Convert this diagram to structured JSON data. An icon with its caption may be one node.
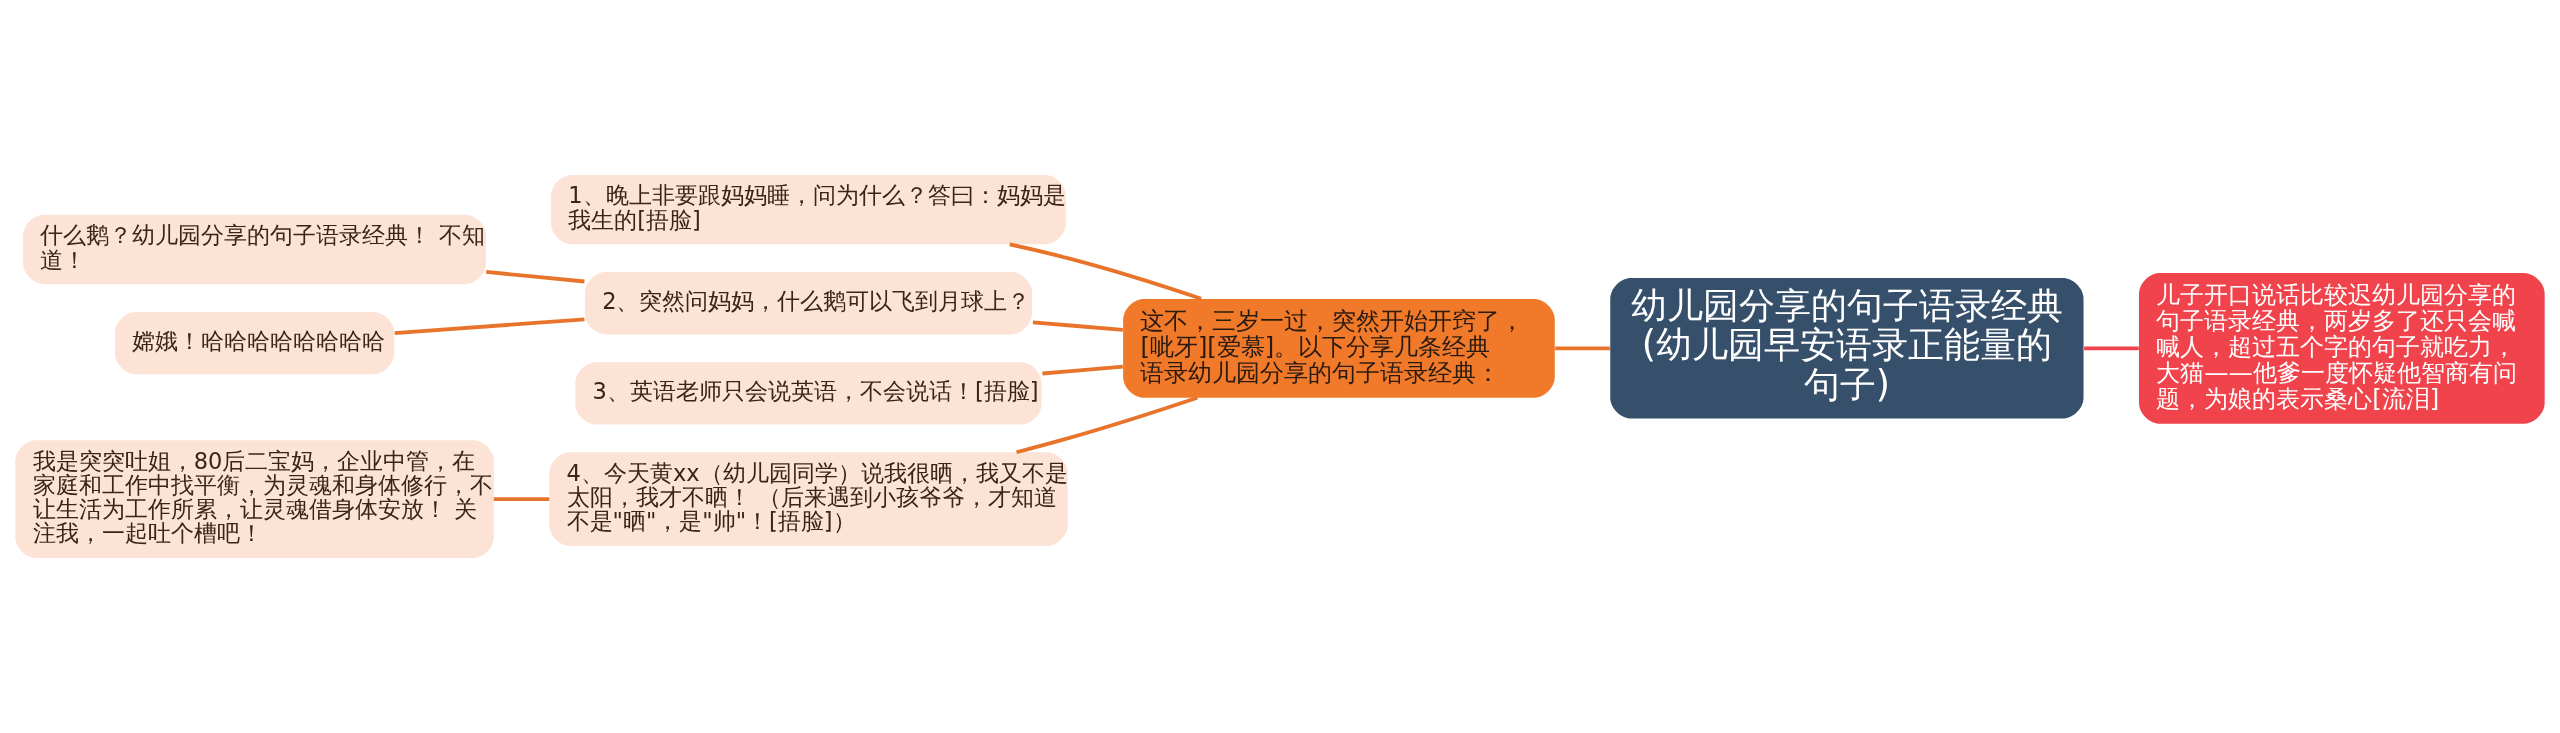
{
  "diagram": {
    "nodes": [
      {
        "text": [
          "幼儿园分享的句子语录经典(幼儿园早安语录正能量的句子)"
        ]
      },
      {
        "text": [
          "儿子开口说话比较迟幼儿园分享的句子语录经典，两岁多了还只会喊喊人，超过五个字的句子就吃力，大猫——他爹一度怀疑他智商有问题，为娘的表示桑心[流泪]"
        ]
      },
      {
        "text": [
          "这不，三岁一过，突然开始开窍了，[呲牙][爱慕]。以下分享几条经典语录幼儿园分享的句子语录经典："
        ]
      },
      {
        "text": [
          "1、晚上非要跟妈妈睡，问为什么？答曰：妈妈是我生的[捂脸]"
        ]
      },
      {
        "text": [
          "2、突然问妈妈，什么鹅可以飞到月球上？"
        ]
      },
      {
        "text": [
          "什么鹅？幼儿园分享的句子语录经典！ 不知道！"
        ]
      },
      {
        "text": [
          "嫦娥！哈哈哈哈哈哈哈哈"
        ]
      },
      {
        "text": [
          "3、英语老师只会说英语，不会说话！[捂脸]"
        ]
      },
      {
        "text": [
          "4、今天黄xx（幼儿园同学）说我很晒，我又不是太阳，我才不晒！ （后来遇到小孩爷爷，才知道不是\"晒\"，是\"帅\"！[捂脸]）"
        ]
      },
      {
        "text": [
          "我是突突吐姐，80后二宝妈，企业中管，在家庭和工作中找平衡，为灵魂和身体修行，不让生活为工作所累，让灵魂借身体安放！ 关注我，一起吐个槽吧！"
        ]
      }
    ],
    "edges": [
      {
        "from": 0,
        "to": 1,
        "arrow": "none",
        "color": "#f0434b"
      },
      {
        "from": 0,
        "to": 2,
        "arrow": "none"
      },
      {
        "from": 2,
        "to": 3,
        "arrow": "none"
      },
      {
        "from": 2,
        "to": 4,
        "arrow": "none"
      },
      {
        "from": 4,
        "to": 5,
        "arrow": "none"
      },
      {
        "from": 4,
        "to": 6,
        "arrow": "none"
      },
      {
        "from": 2,
        "to": 7,
        "arrow": "none"
      },
      {
        "from": 2,
        "to": 8,
        "arrow": "none"
      },
      {
        "from": 8,
        "to": 9,
        "arrow": "none"
      }
    ]
  }
}
